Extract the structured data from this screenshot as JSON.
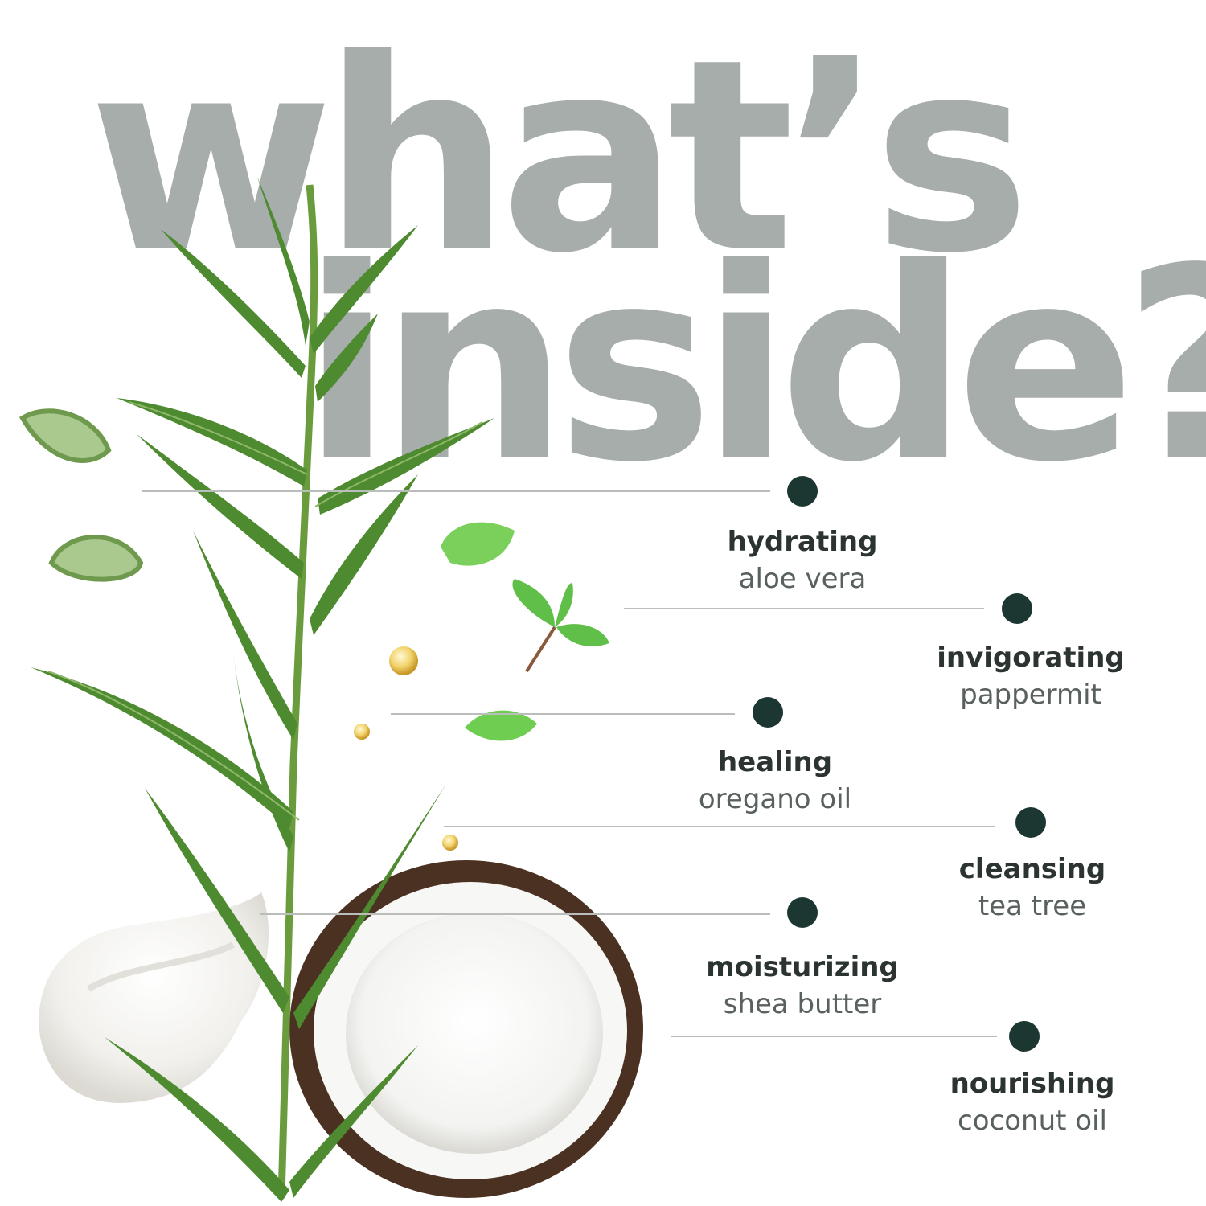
{
  "headline": {
    "line1": "what’s",
    "line2": "inside?"
  },
  "colors": {
    "headline": "#a7adab",
    "dot": "#1c3631",
    "connector": "#b9bdbc",
    "text": "#2c3432",
    "leaf": "#4e8a30"
  },
  "ingredients": [
    {
      "benefit": "hydrating",
      "ingredient": "aloe vera"
    },
    {
      "benefit": "invigorating",
      "ingredient": "pappermit"
    },
    {
      "benefit": "healing",
      "ingredient": "oregano oil"
    },
    {
      "benefit": "cleansing",
      "ingredient": "tea tree"
    },
    {
      "benefit": "moisturizing",
      "ingredient": "shea butter"
    },
    {
      "benefit": "nourishing",
      "ingredient": "coconut oil"
    }
  ],
  "images": [
    "tea-tree-branch",
    "aloe-slice",
    "peppermint-leaves",
    "oil-droplets",
    "shea-butter-cream",
    "coconut-half"
  ]
}
